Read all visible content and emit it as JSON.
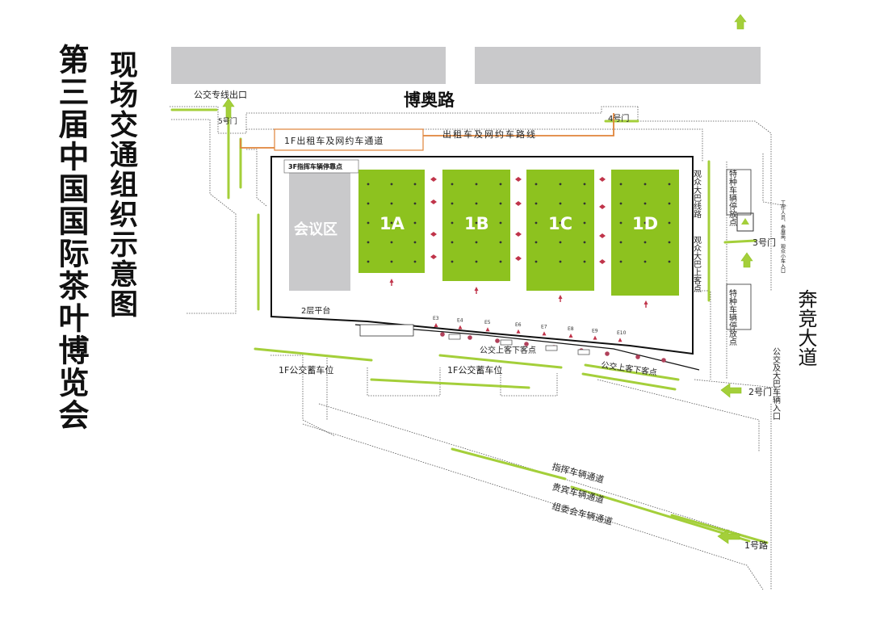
{
  "title": {
    "main": "第三届中国国际茶叶博览会",
    "sub": "现场交通组织示意图"
  },
  "roads": {
    "boao": "博奥路",
    "benjing": "奔竞大道",
    "road1": "1号路"
  },
  "gates": {
    "gate2": "2号门",
    "gate3": "3号门",
    "gate4": "4号门",
    "gate5": "5号门"
  },
  "labels": {
    "bus_exit": "公交专线出口",
    "taxi_route": "出租车及网约车路线",
    "taxi_channel_1f": "1F出租车及网约车通道",
    "command_parking_3f": "3F指挥车辆停靠点",
    "conference": "会议区",
    "platform_2f": "2层平台",
    "bus_stop_1": "公交上客下客点",
    "bus_stop_2": "公交上客下客点",
    "bus_parking_1": "1F公交蓄车位",
    "bus_parking_2": "1F公交蓄车位",
    "spectator_bus_line": "观众大巴线路",
    "spectator_bus_stop": "观众大巴上客点",
    "special_vehicle_parking_1": "特种车辆停放点",
    "special_vehicle_parking_2": "特种车辆停放点",
    "staff_vehicle_entry": "工作人员、参展商、观众小车入口",
    "bus_coach_entry": "公交及大巴车辆入口",
    "command_channel": "指挥车辆通道",
    "vip_channel": "贵宾车辆通道",
    "committee_channel": "组委会车辆通道"
  },
  "halls": [
    {
      "label": "1A"
    },
    {
      "label": "1B"
    },
    {
      "label": "1C"
    },
    {
      "label": "1D"
    }
  ],
  "bays": {
    "e3": "E3",
    "e4": "E4",
    "e5": "E5",
    "e6": "E6",
    "e7": "E7",
    "e8": "E8",
    "e9": "E9",
    "e10": "E10"
  },
  "colors": {
    "hall": "#8dc21f",
    "conference": "#c9c9cb",
    "grey_block": "#c9c9cb",
    "green_line": "#a4cf3a",
    "orange_line": "#e0843a",
    "arrow_red": "#c0344a"
  }
}
